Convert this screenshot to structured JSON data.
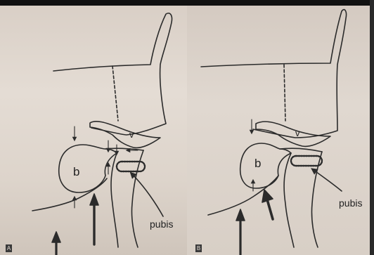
{
  "panels": [
    {
      "id": "A",
      "letter": "A",
      "bladder_label": "b",
      "vagina_label": "v",
      "pubis_label": "pubis"
    },
    {
      "id": "B",
      "letter": "B",
      "bladder_label": "b",
      "vagina_label": "v",
      "pubis_label": "pubis"
    }
  ],
  "colors": {
    "ink": "#2b2b2b",
    "paper": "#e0d7ce"
  }
}
